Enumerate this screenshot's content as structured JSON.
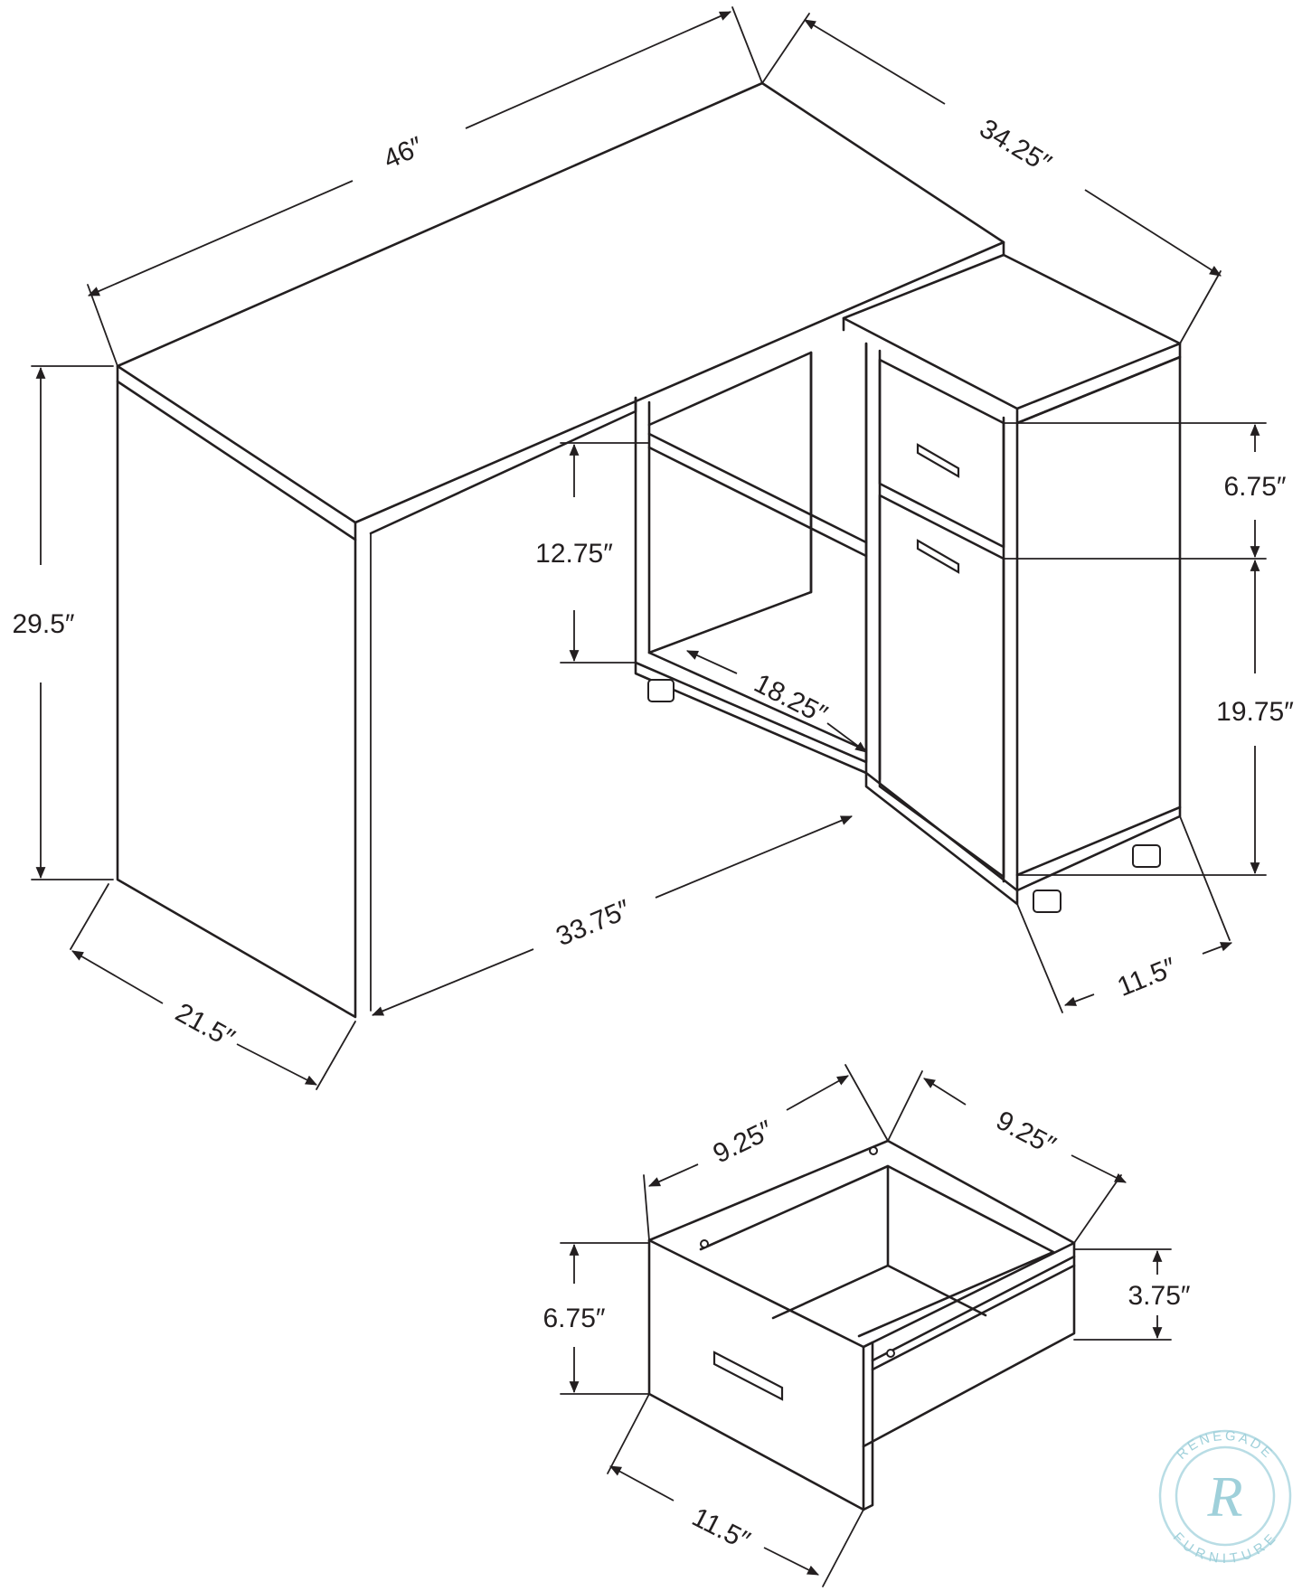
{
  "diagram": {
    "desk": {
      "width": "46″",
      "side_depth": "34.25″",
      "height": "29.5″",
      "shelf_height": "12.75″",
      "shelf_depth": "18.25″",
      "return_length": "33.75″",
      "depth": "21.5″",
      "drawer_front_height": "6.75″",
      "door_height": "19.75″",
      "cabinet_depth": "11.5″"
    },
    "drawer": {
      "inner_width": "9.25″",
      "inner_depth": "9.25″",
      "front_height": "6.75″",
      "box_height": "3.75″",
      "length": "11.5″"
    }
  },
  "watermark": {
    "top_text": "RENEGADE",
    "bottom_text": "FURNITURE",
    "monogram": "R"
  }
}
